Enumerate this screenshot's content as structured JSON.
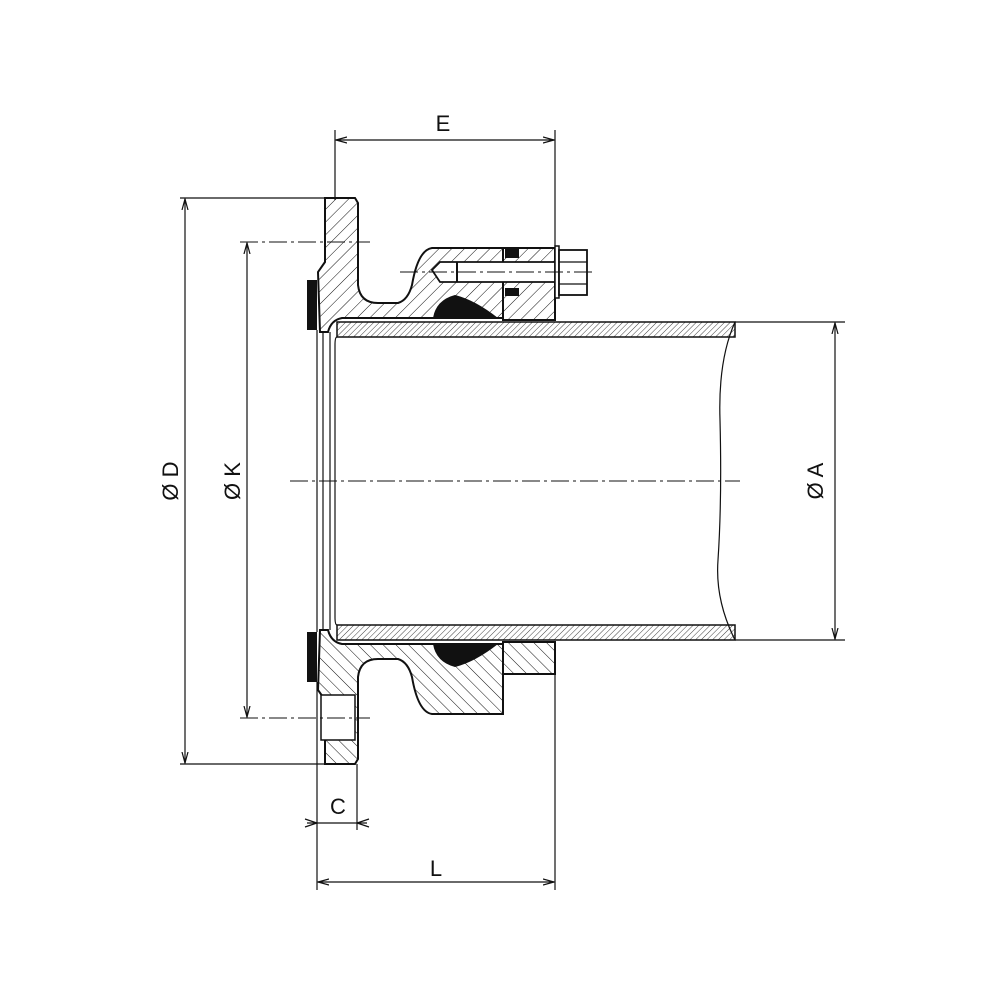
{
  "title": "Flanged pipe adaptor section drawing",
  "dimensions": {
    "E": "E",
    "D": "Ø D",
    "K": "Ø K",
    "A": "Ø A",
    "C": "C",
    "L": "L"
  },
  "colors": {
    "line": "#111111",
    "seal": "#111111",
    "background": "#ffffff"
  }
}
